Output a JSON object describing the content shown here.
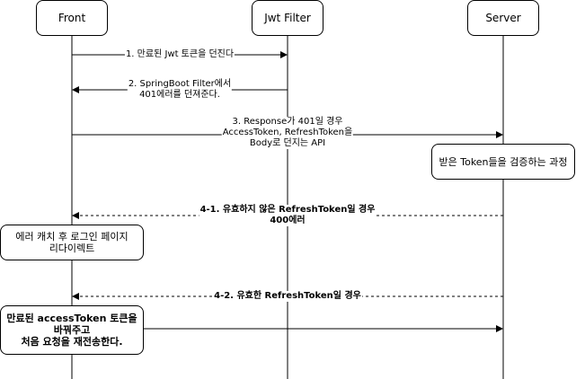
{
  "actors": {
    "front": "Front",
    "filter": "Jwt Filter",
    "server": "Server"
  },
  "messages": [
    {
      "text": "1. 만료된 Jwt 토큰을 던진다",
      "style": "solid"
    },
    {
      "text": "2. SpringBoot Filter에서\n401에러를 던져준다.",
      "style": "solid"
    },
    {
      "text": "3. Response가 401일 경우\nAccessToken, RefreshToken을\nBody로 던지는 API",
      "style": "solid"
    },
    {
      "text": "4-1. 유효하지 않은 RefreshToken일 경우\n400에러",
      "style": "dashed"
    },
    {
      "text": "4-2. 유효한 RefreshToken일 경우",
      "style": "dashed"
    }
  ],
  "notes": {
    "server_verify": "받은 Token들을 검증하는 과정",
    "front_redirect": "에러 캐치 후 로그인 페이지\n리다이렉트",
    "front_resend": "만료된 accessToken 토큰을\n바꿔주고\n처음 요청을 재전송한다."
  },
  "colors": {
    "line": "#000000",
    "background": "#ffffff"
  }
}
